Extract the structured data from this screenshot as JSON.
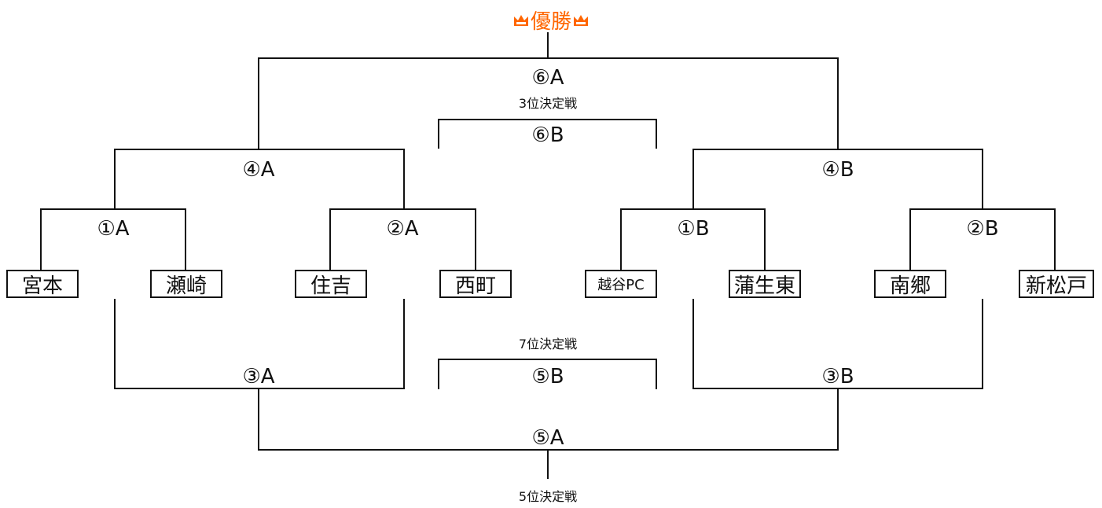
{
  "title": {
    "text": "優勝",
    "color": "#ff6600",
    "icon": "crown-icon"
  },
  "teams": {
    "miyamoto": "宮本",
    "sezaki": "瀬崎",
    "sumiyoshi": "住吉",
    "nishimachi": "西町",
    "koshigaya_pc": "越谷PC",
    "gamou_higashi": "蒲生東",
    "nango": "南郷",
    "shinmatsudo": "新松戸"
  },
  "matches": {
    "m1a": "①A",
    "m2a": "②A",
    "m1b": "①B",
    "m2b": "②B",
    "m4a": "④A",
    "m4b": "④B",
    "m6a": "⑥A",
    "m6b": "⑥B",
    "m3a": "③A",
    "m3b": "③B",
    "m5a": "⑤A",
    "m5b": "⑤B"
  },
  "captions": {
    "third_place": "3位決定戦",
    "seventh_place": "7位決定戦",
    "fifth_place": "5位決定戦"
  },
  "colors": {
    "line": "#111111",
    "accent": "#ff6600"
  }
}
